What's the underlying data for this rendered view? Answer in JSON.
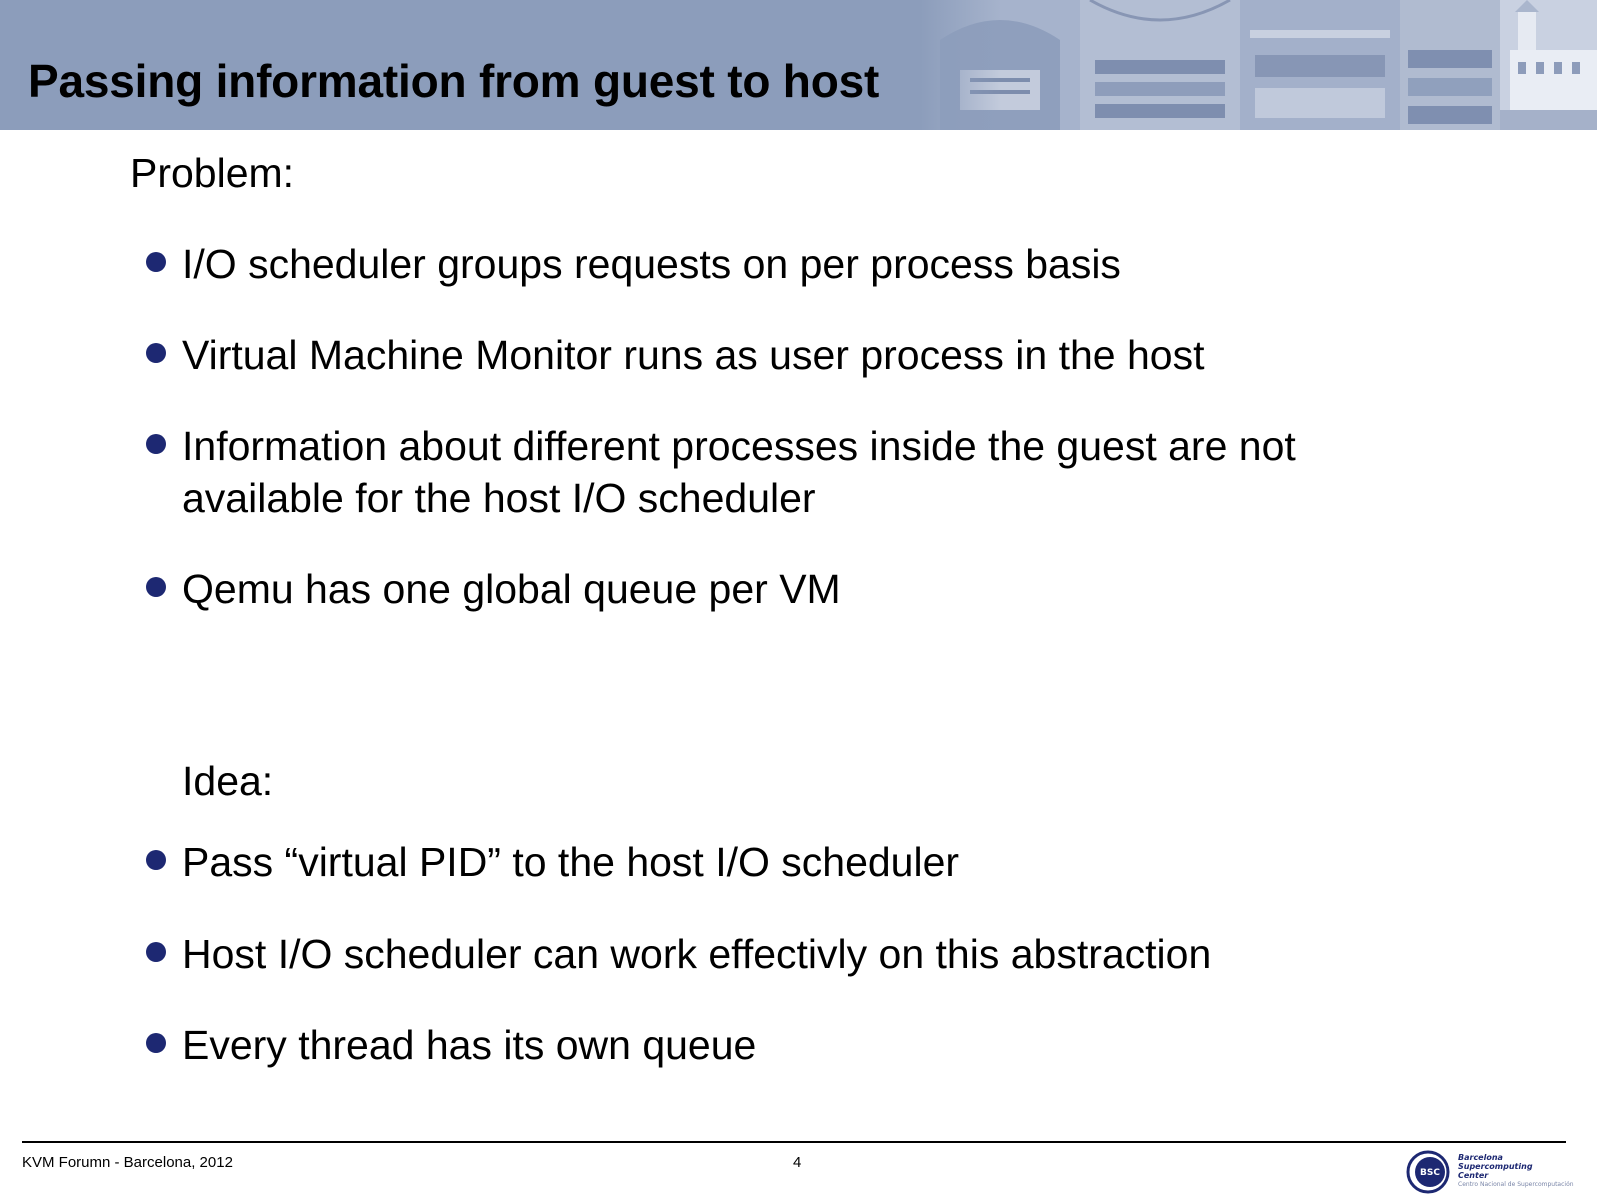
{
  "slide": {
    "title": "Passing information from guest to host"
  },
  "problem": {
    "heading": "Problem:",
    "bullets": [
      "I/O scheduler groups requests on per process basis",
      "Virtual Machine Monitor runs as user process in the host",
      "Information about different processes inside the guest are not available for the host I/O scheduler",
      "Qemu has one global queue per VM"
    ]
  },
  "idea": {
    "heading": "Idea:",
    "bullets": [
      "Pass “virtual PID” to the host I/O scheduler",
      "Host I/O scheduler can work effectivly on this abstraction",
      "Every thread has its own queue"
    ]
  },
  "footer": {
    "event": "KVM Forumn - Barcelona, 2012",
    "page_number": "4",
    "logo": {
      "mark_text": "BSC",
      "line1": "Barcelona",
      "line2": "Supercomputing",
      "line3": "Center",
      "line4": "Centro Nacional de Supercomputación"
    }
  },
  "colors": {
    "header_band": "#8c9dbb",
    "bullet": "#1d2872",
    "logo_blue": "#1d2872"
  }
}
